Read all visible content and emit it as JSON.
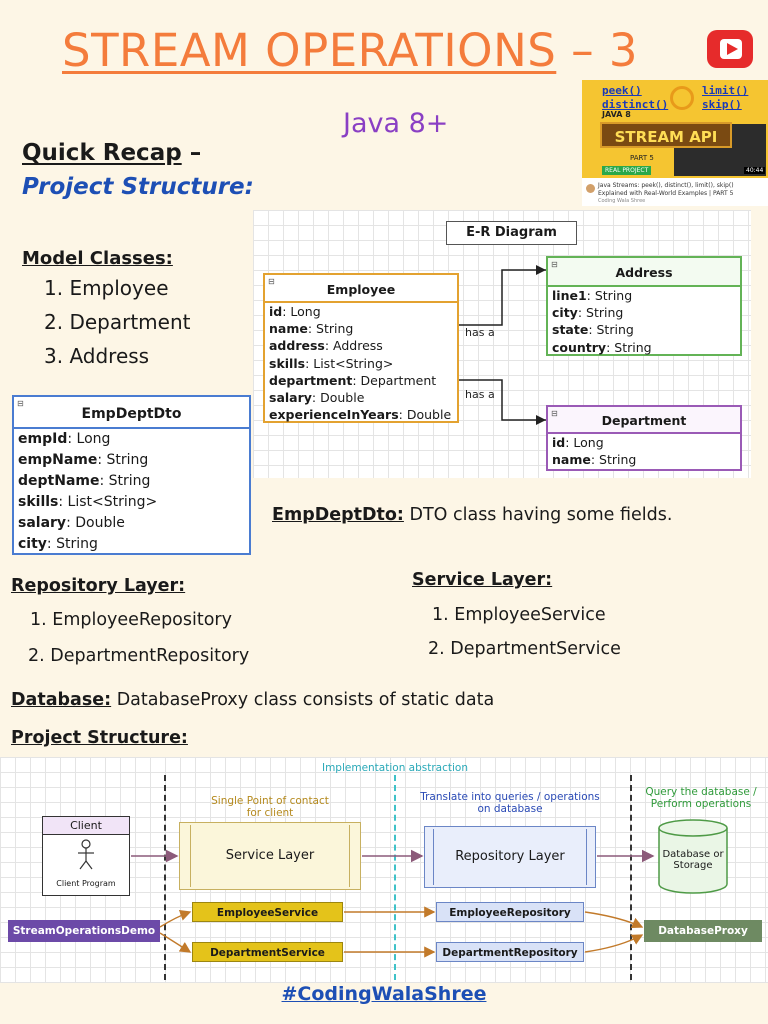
{
  "header": {
    "title": "STREAM OPERATIONS",
    "title_suffix": " – 3",
    "youtube_icon": "youtube-play-icon",
    "subtitle": "Java 8+"
  },
  "thumbnail": {
    "keywords": [
      "peek()",
      "distinct()",
      "limit()",
      "skip()"
    ],
    "java_label": "JAVA 8",
    "banner": "STREAM API",
    "part": "PART 5",
    "tag": "REAL PROJECT",
    "duration": "40:44",
    "caption": "Java Streams: peek(), distinct(), limit(), skip() Explained with Real-World Examples | PART 5",
    "channel": "Coding Wala Shree"
  },
  "recap": {
    "line1": "Quick Recap",
    "line1_suffix": " –",
    "line2": "Project Structure:"
  },
  "model_classes": {
    "title": "Model Classes:",
    "items": [
      "1. Employee",
      "2. Department",
      "3. Address"
    ]
  },
  "er_diagram": {
    "label": "E-R Diagram",
    "has_a": "has a",
    "employee": {
      "name": "Employee",
      "fields": [
        {
          "k": "id",
          "v": ": Long"
        },
        {
          "k": "name",
          "v": ": String"
        },
        {
          "k": "address",
          "v": ": Address"
        },
        {
          "k": "skills",
          "v": ": List<String>"
        },
        {
          "k": "department",
          "v": ": Department"
        },
        {
          "k": "salary",
          "v": ": Double"
        },
        {
          "k": "experienceInYears",
          "v": ": Double"
        }
      ]
    },
    "address": {
      "name": "Address",
      "fields": [
        {
          "k": "line1",
          "v": ": String"
        },
        {
          "k": "city",
          "v": ": String"
        },
        {
          "k": "state",
          "v": ": String"
        },
        {
          "k": "country",
          "v": ": String"
        }
      ]
    },
    "department": {
      "name": "Department",
      "fields": [
        {
          "k": "id",
          "v": ": Long"
        },
        {
          "k": "name",
          "v": ": String"
        }
      ]
    }
  },
  "emp_dept_dto": {
    "name": "EmpDeptDto",
    "fields": [
      {
        "k": "empId",
        "v": ": Long"
      },
      {
        "k": "empName",
        "v": ": String"
      },
      {
        "k": "deptName",
        "v": ": String"
      },
      {
        "k": "skills",
        "v": ": List<String>"
      },
      {
        "k": "salary",
        "v": ": Double"
      },
      {
        "k": "city",
        "v": ": String"
      }
    ],
    "desc_label": "EmpDeptDto:",
    "desc_text": " DTO class having some fields."
  },
  "repository_layer": {
    "title": "Repository Layer:",
    "items": [
      "1. EmployeeRepository",
      "2. DepartmentRepository"
    ]
  },
  "service_layer": {
    "title": "Service Layer:",
    "items": [
      "1. EmployeeService",
      "2. DepartmentService"
    ]
  },
  "database": {
    "label": "Database:",
    "text": " DatabaseProxy class consists of static data"
  },
  "project_structure": {
    "title": "Project Structure:",
    "impl_abstraction": "Implementation abstraction",
    "service_note": "Single Point of contact\nfor client",
    "repo_note": "Translate into queries / operations\non database",
    "db_note": "Query the database /\nPerform operations",
    "client": "Client",
    "client_program": "Client Program",
    "service_layer": "Service Layer",
    "repository_layer": "Repository Layer",
    "database_storage": "Database or\nStorage",
    "demo": "StreamOperationsDemo",
    "employee_service": "EmployeeService",
    "department_service": "DepartmentService",
    "employee_repository": "EmployeeRepository",
    "department_repository": "DepartmentRepository",
    "database_proxy": "DatabaseProxy"
  },
  "footer": "#CodingWalaShree",
  "colors": {
    "title": "#f47c3c",
    "java": "#8a3fc4",
    "blue": "#1d4fb5",
    "employee_border": "#e3a230",
    "address_border": "#63b356",
    "department_border": "#9a5ab6",
    "dto_border": "#4a7cd1"
  }
}
